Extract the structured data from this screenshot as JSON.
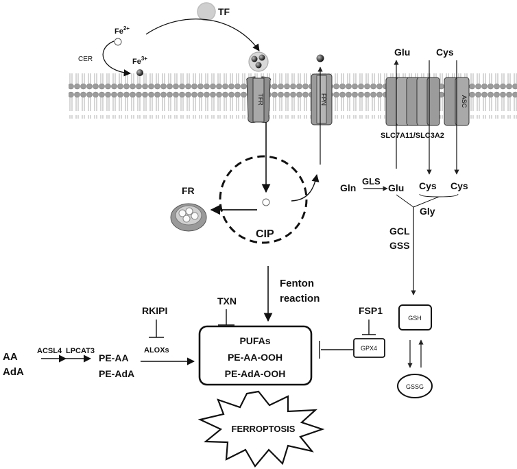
{
  "labels": {
    "tf": "TF",
    "fe2": "Fe",
    "fe2_sup": "2+",
    "fe3": "Fe",
    "fe3_sup": "3+",
    "cer": "CER",
    "tfr": "TFR",
    "fpn": "FPN",
    "asc": "ASC",
    "glu_top": "Glu",
    "cys_top": "Cys",
    "slc": "SLC7A11/SLC3A2",
    "fr": "FR",
    "cip": "CIP",
    "gln": "Gln",
    "gls": "GLS",
    "glu_mid": "Glu",
    "cys_mid1": "Cys",
    "cys_mid2": "Cys",
    "gly": "Gly",
    "gcl": "GCL",
    "gss": "GSS",
    "fenton1": "Fenton",
    "fenton2": "reaction",
    "txn": "TXN",
    "rkipi": "RKIPI",
    "fsp1": "FSP1",
    "gsh": "GSH",
    "gpx4": "GPX4",
    "gssg": "GSSG",
    "aa": "AA",
    "ada": "AdA",
    "acsl4": "ACSL4",
    "lpcat3": "LPCAT3",
    "pe_aa": "PE-AA",
    "pe_ada": "PE-AdA",
    "aloxs": "ALOXs",
    "pufas": "PUFAs",
    "pe_aa_ooh": "PE-AA-OOH",
    "pe_ada_ooh": "PE-AdA-OOH",
    "ferroptosis": "FERROPTOSIS"
  }
}
